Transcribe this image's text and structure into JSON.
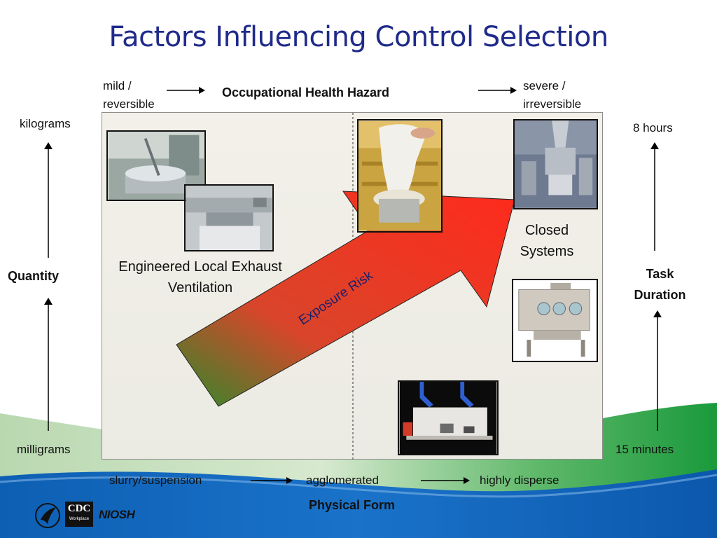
{
  "title": "Factors Influencing Control Selection",
  "hazard": {
    "left_label_1": "mild /",
    "left_label_2": "reversible",
    "center_label": "Occupational Health Hazard",
    "right_label_1": "severe /",
    "right_label_2": "irreversible"
  },
  "quantity": {
    "top": "kilograms",
    "label": "Quantity",
    "bottom": "milligrams"
  },
  "task_duration": {
    "top": "8 hours",
    "label_1": "Task",
    "label_2": "Duration",
    "bottom": "15 minutes"
  },
  "physical_form": {
    "left": "slurry/suspension",
    "middle": "agglomerated",
    "right": "highly disperse",
    "label": "Physical Form"
  },
  "board": {
    "lev_caption_1": "Engineered Local Exhaust",
    "lev_caption_2": "Ventilation",
    "closed_caption_1": "Closed",
    "closed_caption_2": "Systems",
    "arrow_label": "Exposure Risk"
  },
  "logos": {
    "cdc_text": "CDC",
    "cdc_sub": "Workplace",
    "niosh_text": "NIOSH"
  },
  "colors": {
    "title": "#1f2a8a",
    "arrow_start": "#1f8a2a",
    "arrow_end": "#ff2a1a",
    "wave_green": "#2fa64a",
    "wave_blue": "#1565c0"
  }
}
